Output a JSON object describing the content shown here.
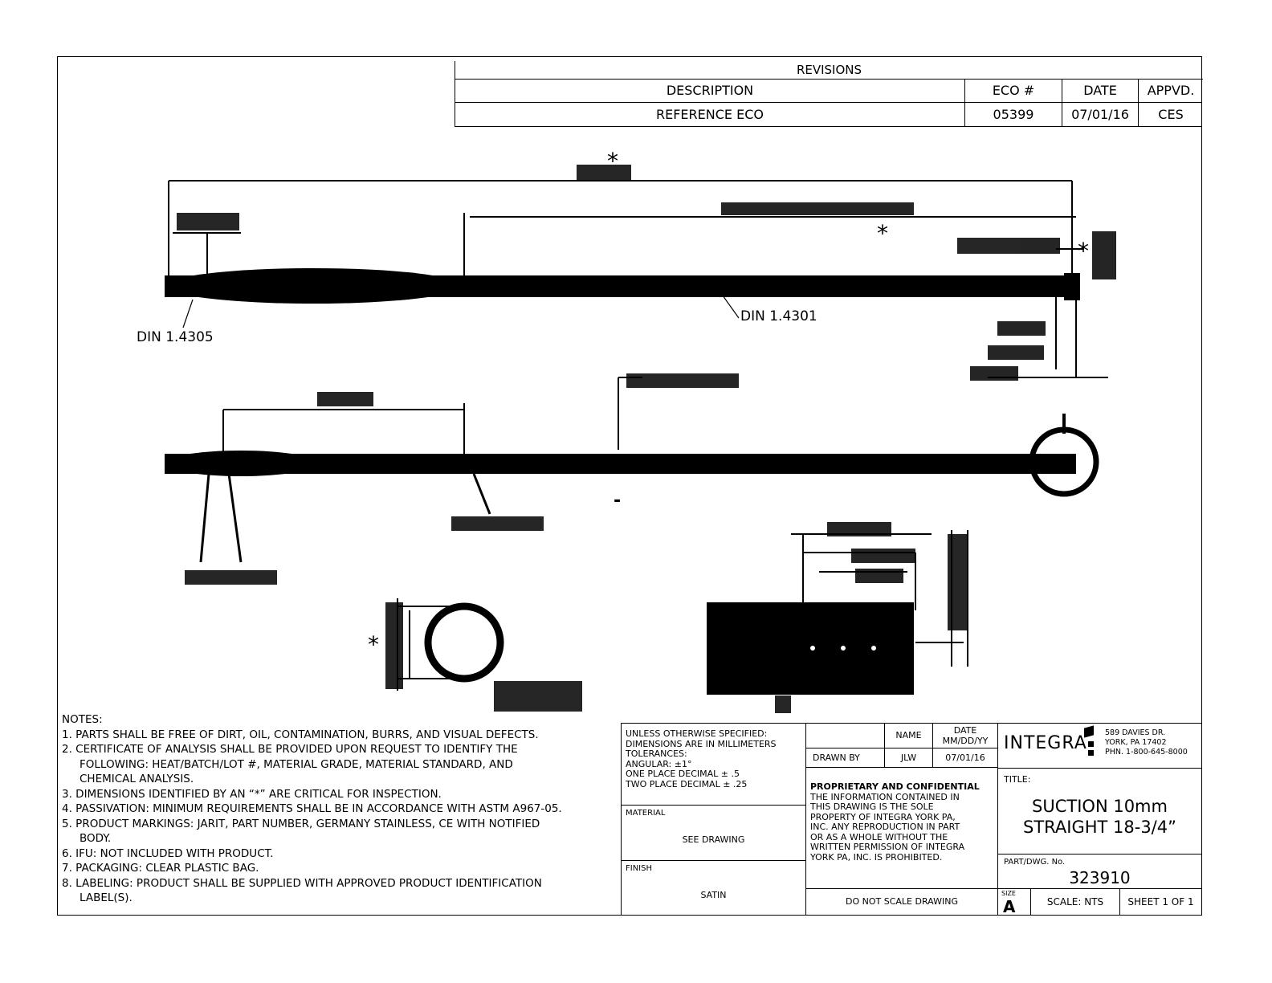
{
  "revisions": {
    "title": "REVISIONS",
    "headers": [
      "DESCRIPTION",
      "ECO #",
      "DATE",
      "APPVD."
    ],
    "rows": [
      {
        "description": "REFERENCE ECO",
        "eco": "05399",
        "date": "07/01/16",
        "appvd": "CES"
      }
    ]
  },
  "drawing": {
    "labels": {
      "din_1": "DIN 1.4305",
      "din_2": "DIN 1.4301",
      "critical_mark": "*",
      "dash_mark": "-"
    }
  },
  "notes": {
    "heading": "NOTES:",
    "items": [
      "1. PARTS SHALL BE FREE OF DIRT, OIL, CONTAMINATION, BURRS, AND VISUAL DEFECTS.",
      "2. CERTIFICATE OF ANALYSIS SHALL BE PROVIDED UPON REQUEST TO IDENTIFY THE",
      "FOLLOWING: HEAT/BATCH/LOT #, MATERIAL GRADE, MATERIAL STANDARD, AND",
      "CHEMICAL ANALYSIS.",
      "3. DIMENSIONS IDENTIFIED BY AN “*” ARE CRITICAL FOR INSPECTION.",
      "4. PASSIVATION: MINIMUM REQUIREMENTS SHALL BE IN ACCORDANCE WITH ASTM A967-05.",
      "5. PRODUCT MARKINGS: JARIT, PART NUMBER, GERMANY STAINLESS, CE WITH NOTIFIED",
      "BODY.",
      "6. IFU: NOT INCLUDED WITH PRODUCT.",
      "7. PACKAGING: CLEAR PLASTIC BAG.",
      "8. LABELING: PRODUCT SHALL BE SUPPLIED WITH APPROVED PRODUCT IDENTIFICATION",
      "LABEL(S)."
    ]
  },
  "title_block": {
    "tolerances": [
      "UNLESS OTHERWISE SPECIFIED:",
      "DIMENSIONS ARE IN MILLIMETERS",
      "TOLERANCES:",
      "ANGULAR: ±1°",
      "ONE PLACE DECIMAL ± .5",
      "TWO PLACE DECIMAL ± .25"
    ],
    "material_label": "MATERIAL",
    "material_value": "SEE DRAWING",
    "finish_label": "FINISH",
    "finish_value": "SATIN",
    "name_header": "NAME",
    "date_header_1": "DATE",
    "date_header_2": "MM/DD/YY",
    "drawn_by_label": "DRAWN BY",
    "drawn_by_name": "JLW",
    "drawn_by_date": "07/01/16",
    "proprietary_heading": "PROPRIETARY AND CONFIDENTIAL",
    "proprietary_lines": [
      "THE INFORMATION CONTAINED IN",
      "THIS DRAWING IS THE SOLE",
      "PROPERTY OF INTEGRA YORK PA,",
      "INC.  ANY REPRODUCTION IN PART",
      "OR AS A WHOLE WITHOUT THE",
      "WRITTEN PERMISSION OF INTEGRA",
      "YORK PA, INC. IS PROHIBITED."
    ],
    "do_not_scale": "DO NOT SCALE DRAWING",
    "company": "INTEGRA",
    "address": [
      "589 DAVIES DR.",
      "YORK, PA 17402",
      "PHN. 1-800-645-8000"
    ],
    "title_label": "TITLE:",
    "title_lines": [
      "SUCTION 10mm",
      "STRAIGHT 18-3/4”"
    ],
    "part_label": "PART/DWG. No.",
    "part_number": "323910",
    "size_label": "SIZE",
    "size_value": "A",
    "scale": "SCALE: NTS",
    "sheet": "SHEET 1 OF 1"
  }
}
